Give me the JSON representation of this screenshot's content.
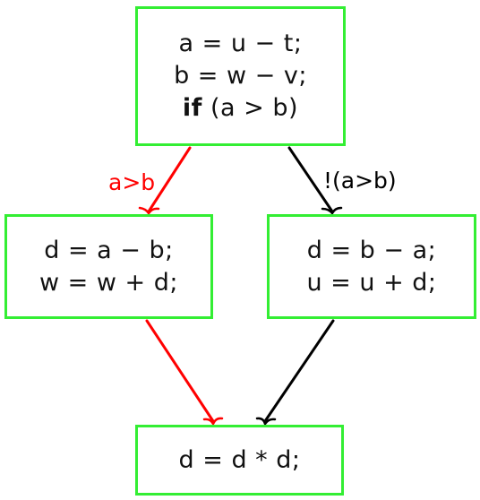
{
  "nodes": {
    "entry": {
      "line1": "a = u − t;",
      "line2": "b = w − v;",
      "if_keyword": "if",
      "if_condition": " (a > b)"
    },
    "then_branch": {
      "line1": "d = a − b;",
      "line2": "w = w + d;"
    },
    "else_branch": {
      "line1": "d = b − a;",
      "line2": "u = u + d;"
    },
    "exit": {
      "line1": "d = d * d;"
    }
  },
  "edges": {
    "true_label": "a>b",
    "false_label": "!(a>b)"
  },
  "colors": {
    "node_border": "#33ee33",
    "true_edge": "#ff0000",
    "false_edge": "#000000",
    "text": "#111111"
  }
}
